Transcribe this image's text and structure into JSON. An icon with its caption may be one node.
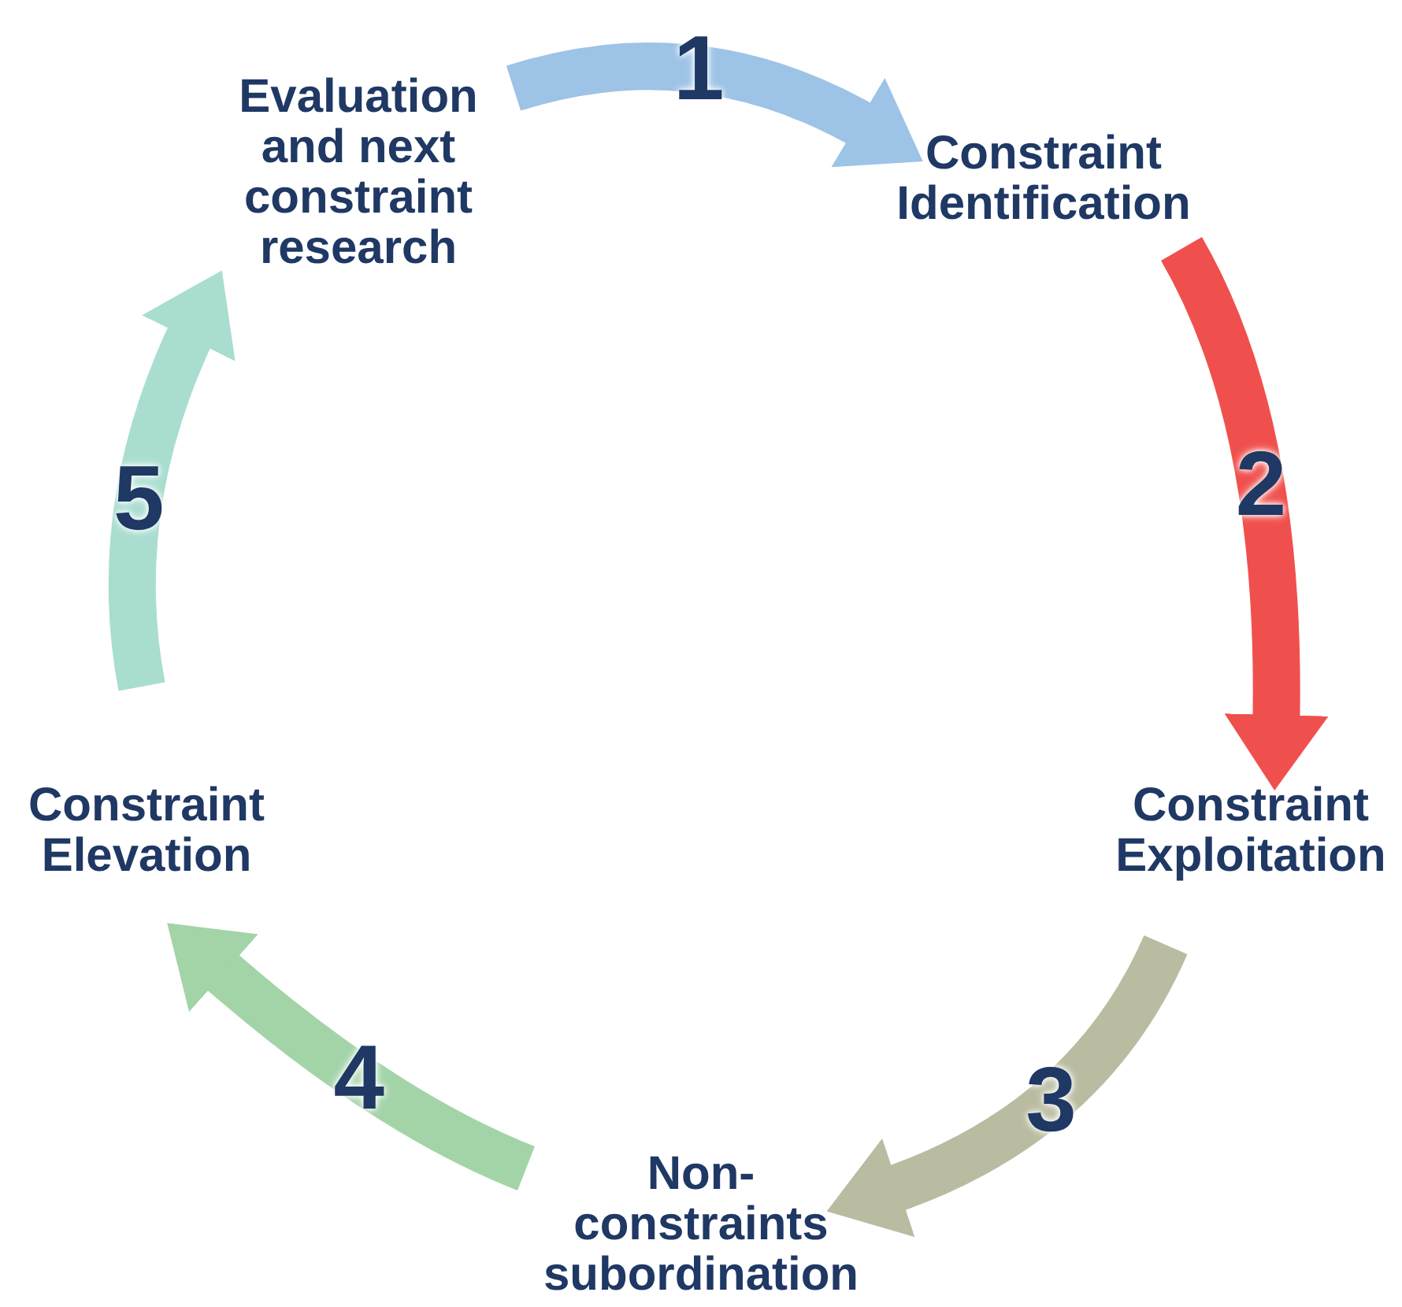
{
  "diagram": {
    "nodes": [
      {
        "text": [
          "Evaluation and next constraint research"
        ]
      },
      {
        "text": [
          "Constraint Identification"
        ]
      },
      {
        "text": [
          "Constraint Exploitation"
        ]
      },
      {
        "text": [
          "Non- constraints subordination"
        ]
      },
      {
        "text": [
          "Constraint Elevation"
        ]
      }
    ],
    "edges": [
      {
        "from": 0,
        "to": 1,
        "arrow": "to",
        "label": "1",
        "color": "#9dc3e6"
      },
      {
        "from": 1,
        "to": 2,
        "arrow": "to",
        "label": "2",
        "color": "#f0504d"
      },
      {
        "from": 2,
        "to": 3,
        "arrow": "to",
        "label": "3",
        "color": "#b9bca0"
      },
      {
        "from": 3,
        "to": 4,
        "arrow": "to",
        "label": "4",
        "color": "#a3d4a8"
      },
      {
        "from": 4,
        "to": 0,
        "arrow": "to",
        "label": "5",
        "color": "#a9ddd0"
      }
    ]
  }
}
